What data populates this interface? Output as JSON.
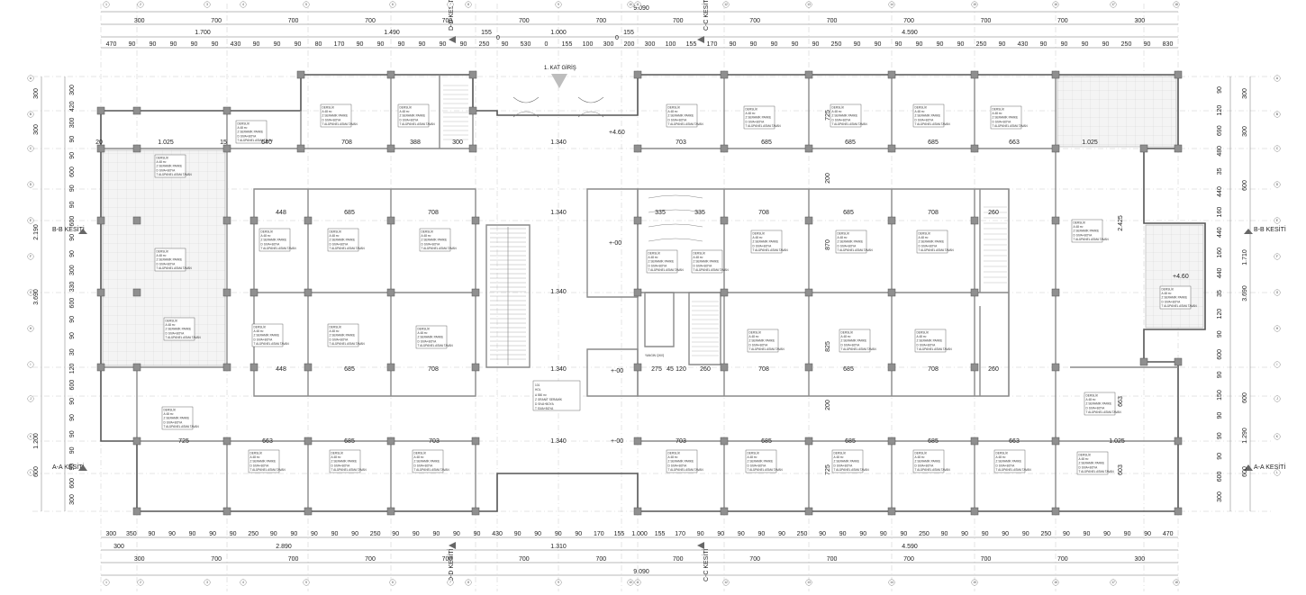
{
  "labels": {
    "entrance": "1. KAT GİRİŞ",
    "level_a": "+4.60",
    "level_b": "+-00",
    "section_a": "A-A KESİTİ",
    "section_b": "B-B KESİTİ",
    "section_c": "C-C KESİTİ",
    "section_d": "D-D KESİTİ",
    "stair_note": "YANGIN ÇIKIŞ"
  },
  "hall_tag": {
    "lines": [
      "101",
      "HOL",
      "A      550 m²",
      "Z   GRANİT SERAMİK",
      "D      SIVA+BOYA",
      "T      SIVA+BOYA"
    ]
  },
  "room_tag_template": {
    "lines": [
      "DERSLİK",
      "A            48 m²",
      "Z      SERAMİK PARKE",
      "D      SIVA+BOYA",
      "T   ALÜPANEL ASMA TAVAN"
    ]
  },
  "dims_top": {
    "total": "9.090",
    "row1": [
      "300",
      "700",
      "700",
      "700",
      "700",
      "700",
      "700",
      "700",
      "700",
      "700",
      "700",
      "700",
      "700",
      "300"
    ],
    "row2": [
      "1.700",
      "1.490",
      "155",
      "1.000",
      "155",
      "4.590"
    ],
    "row3": [
      "470",
      "90",
      "90",
      "90",
      "90",
      "90",
      "430",
      "90",
      "90",
      "90",
      "80",
      "170",
      "90",
      "90",
      "90",
      "90",
      "90",
      "90",
      "250",
      "90",
      "530",
      "0",
      "155",
      "100",
      "300",
      "200",
      "300",
      "100",
      "155",
      "170",
      "90",
      "90",
      "90",
      "90",
      "90",
      "250",
      "90",
      "90",
      "90",
      "90",
      "90",
      "90",
      "250",
      "90",
      "430",
      "90",
      "90",
      "90",
      "90",
      "250",
      "90",
      "830"
    ],
    "zeros": [
      "0",
      "0"
    ]
  },
  "dims_bottom": {
    "total": "9.090",
    "row1": [
      "300",
      "350",
      "90",
      "90",
      "90",
      "90",
      "90",
      "250",
      "90",
      "90",
      "90",
      "90",
      "90",
      "250",
      "90",
      "90",
      "90",
      "90",
      "90",
      "430",
      "90",
      "90",
      "90",
      "90",
      "170",
      "155",
      "1.000",
      "155",
      "170",
      "90",
      "90",
      "90",
      "90",
      "90",
      "250",
      "90",
      "90",
      "90",
      "90",
      "90",
      "250",
      "90",
      "90",
      "90",
      "90",
      "90",
      "250",
      "90",
      "90",
      "90",
      "90",
      "90",
      "470"
    ],
    "row2": [
      "300",
      "2.890",
      "1.310",
      "4.590"
    ],
    "row3": [
      "300",
      "700",
      "700",
      "700",
      "700",
      "700",
      "700",
      "700",
      "700",
      "700",
      "700",
      "700",
      "700",
      "300"
    ]
  },
  "dims_left": {
    "outer": [
      "300",
      "300",
      "2.190",
      "3.690",
      "1.200",
      "600"
    ],
    "inner": [
      "300",
      "420",
      "300",
      "90",
      "90",
      "600",
      "90",
      "90",
      "600",
      "90",
      "90",
      "300",
      "330",
      "600",
      "90",
      "90",
      "30",
      "120",
      "600",
      "90",
      "90",
      "90",
      "90",
      "90",
      "600",
      "300"
    ]
  },
  "dims_right": {
    "outer": [
      "300",
      "300",
      "600",
      "1.710",
      "3.690",
      "600",
      "1.290",
      "600"
    ],
    "inner": [
      "90",
      "120",
      "690",
      "480",
      "35",
      "440",
      "160",
      "440",
      "160",
      "440",
      "35",
      "120",
      "90",
      "600",
      "90",
      "150",
      "90",
      "90",
      "90",
      "600",
      "300"
    ]
  },
  "room_widths": {
    "top_left": [
      "1.025",
      "640",
      "708",
      "388",
      "300"
    ],
    "top_right": [
      "703",
      "685",
      "685",
      "685",
      "663",
      "1.025"
    ],
    "mid_left": [
      "448",
      "685",
      "708"
    ],
    "mid_right": [
      "335",
      "335",
      "708",
      "685",
      "708",
      "260"
    ],
    "row3_left": [
      "448",
      "685",
      "708"
    ],
    "row3_right": [
      "275",
      "45",
      "120",
      "260",
      "708",
      "685",
      "708",
      "260"
    ],
    "bottom_left": [
      "725",
      "663",
      "685",
      "703"
    ],
    "bottom_right": [
      "703",
      "685",
      "685",
      "685",
      "663",
      "1.025"
    ],
    "corridor": [
      "1.340",
      "1.340",
      "1.340",
      "1.340",
      "1.340"
    ],
    "wall_thk": [
      "20",
      "15"
    ],
    "vertical": [
      "725",
      "870",
      "825",
      "725",
      "603",
      "663",
      "2.425",
      "200",
      "200"
    ]
  },
  "grid_bubble_top": [
    "1",
    "2",
    "3",
    "4",
    "5",
    "6",
    "7",
    "8",
    "9",
    "10",
    "11",
    "12",
    "13",
    "14",
    "15",
    "16",
    "17",
    "18"
  ],
  "grid_bubble_side": [
    "A",
    "B",
    "C",
    "D",
    "E",
    "F",
    "G",
    "H",
    "I",
    "J",
    "K",
    "L"
  ]
}
